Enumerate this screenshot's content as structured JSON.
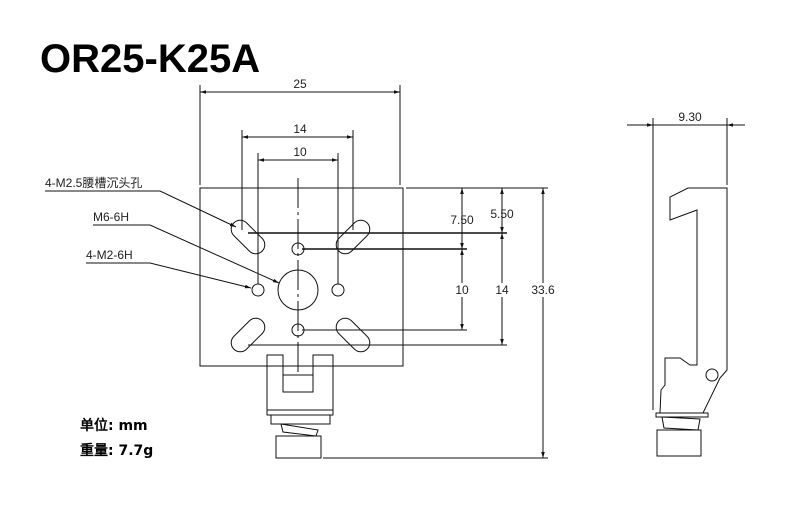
{
  "title": "OR25-K25A",
  "info": {
    "unit": "单位:  mm",
    "weight": "重量:  7.7g"
  },
  "dimensions": {
    "width": "25",
    "slot_spacing": "14",
    "hole_spacing": "10",
    "top_to_hole": "7.50",
    "top_to_slot": "5.50",
    "hole_vertical": "10",
    "slot_vertical": "14",
    "total_height": "33.6",
    "side_depth": "9.30"
  },
  "callouts": {
    "slot": "4-M2.5腰槽沉头孔",
    "center": "M6-6H",
    "holes": "4-M2-6H"
  }
}
